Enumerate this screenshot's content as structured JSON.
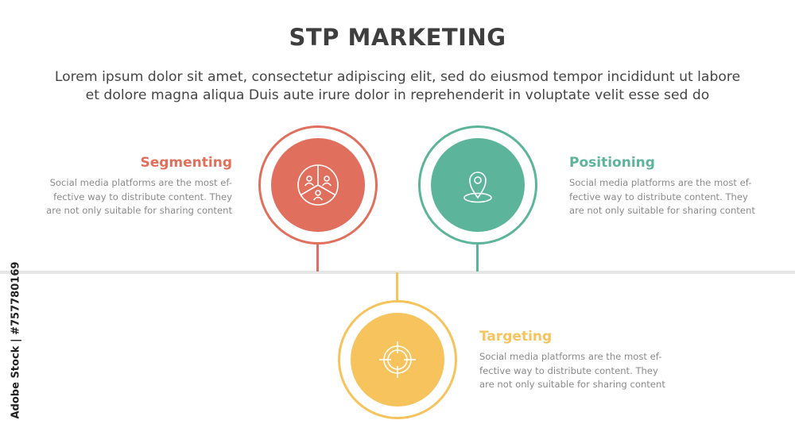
{
  "title": "STP MARKETING",
  "subtitle_line1": "Lorem ipsum dolor sit amet, consectetur adipiscing elit, sed do eiusmod tempor incididunt ut labore",
  "subtitle_line2": "et dolore magna aliqua Duis aute irure dolor in reprehenderit in voluptate velit esse sed do",
  "watermark": "Adobe Stock | #757780169",
  "colors": {
    "segmenting": "#e0705d",
    "positioning": "#5cb59a",
    "targeting": "#f6c35c",
    "divider": "#e6e6e6"
  },
  "items": [
    {
      "heading": "Segmenting",
      "icon": "segment-pie-users-icon",
      "desc_lines": [
        "Social media platforms are the most ef-",
        "fective way to distribute content. They",
        "are not only suitable for sharing content"
      ]
    },
    {
      "heading": "Positioning",
      "icon": "location-pin-icon",
      "desc_lines": [
        "Social media platforms are the most ef-",
        "fective way to distribute content. They",
        "are not only suitable for sharing content"
      ]
    },
    {
      "heading": "Targeting",
      "icon": "crosshair-target-icon",
      "desc_lines": [
        "Social media platforms are the most ef-",
        "fective way to distribute content. They",
        "are not only suitable for sharing content"
      ]
    }
  ]
}
